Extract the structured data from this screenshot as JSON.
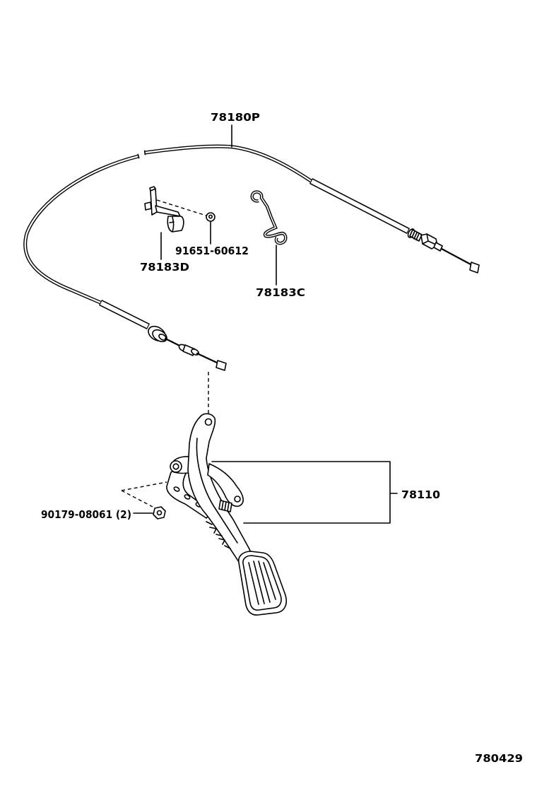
{
  "labels": {
    "cable_part_no": "78180P",
    "nut_part_no": "91651-60612",
    "bracket_part_no": "78183D",
    "clip_part_no": "78183C",
    "pedal_part_no": "78110",
    "pedal_nut_part_no": "90179-08061 (2)"
  },
  "figure_code": "780429",
  "colors": {
    "line": "#000000",
    "background": "#ffffff"
  }
}
